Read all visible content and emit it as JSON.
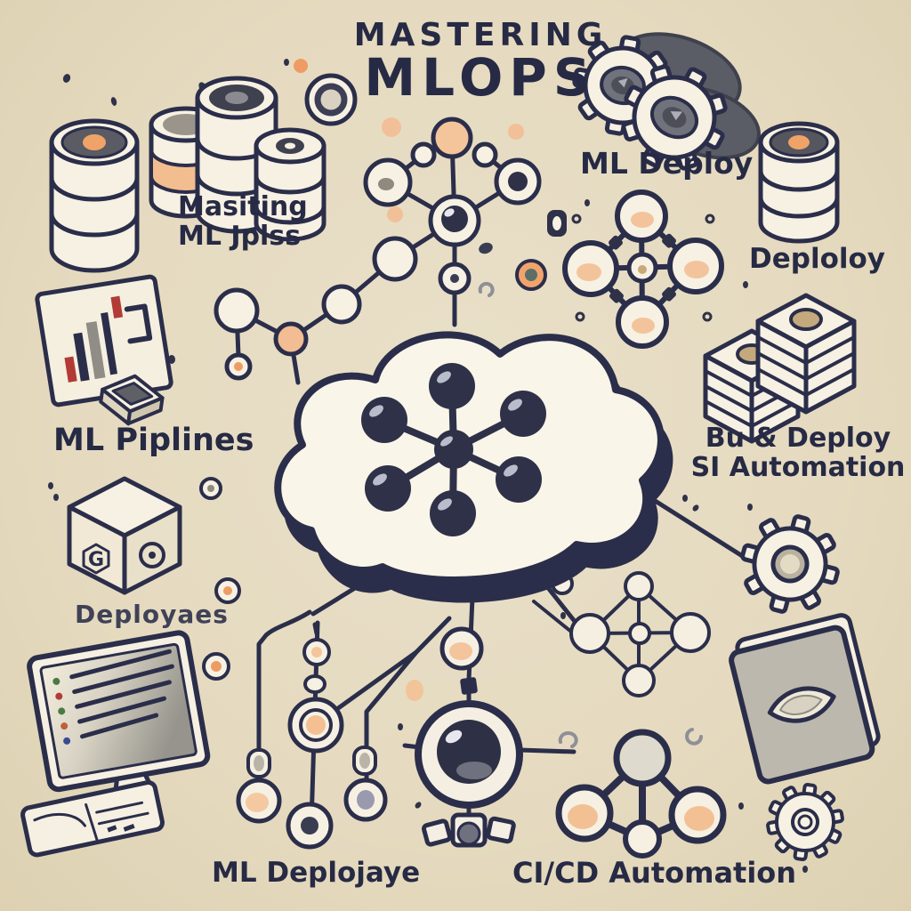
{
  "meta": {
    "type": "concept-illustration",
    "subject": "MLOps flat isometric diagram"
  },
  "palette": {
    "background": "#e6dcc2",
    "ink": "#2b2e4a",
    "cream": "#f7f1e3",
    "peach": "#f2bd93",
    "orange": "#ee9c63",
    "gray": "#8f8f96",
    "red": "#b23b35"
  },
  "title": {
    "line1": "MASTERING",
    "line2": "MLOPS"
  },
  "labels": {
    "masiting": {
      "line1": "Masiting",
      "line2": "ML Jplss"
    },
    "ml_deploy": {
      "text": "ML Deploy"
    },
    "deploloy": {
      "text": "Deploloy"
    },
    "ml_piplines": {
      "text": "ML Piplines"
    },
    "build_deploy": {
      "line1": "Bu & Deploy",
      "line2": "SI Automation"
    },
    "deployaes": {
      "text": "Deployaes"
    },
    "ml_deplojaye": {
      "text": "ML Deplojaye"
    },
    "cicd": {
      "text": "CI/CD Automation"
    }
  },
  "cube": {
    "letter": "G"
  },
  "icons": [
    "database-stack-icon",
    "database-cluster-icon",
    "target-icon",
    "network-graph-icon",
    "interlocked-gears-icon",
    "database-icon",
    "diamond-network-icon",
    "server-stacks-icon",
    "cloud-network-icon",
    "bar-chart-board-icon",
    "keycap-icon",
    "cube-icon",
    "gear-icon",
    "small-diamond-network-icon",
    "code-monitor-icon",
    "keyboard-icon",
    "git-branch-icon",
    "eye-bot-icon",
    "triangle-network-icon",
    "folder-eye-icon",
    "small-gear-icon"
  ]
}
